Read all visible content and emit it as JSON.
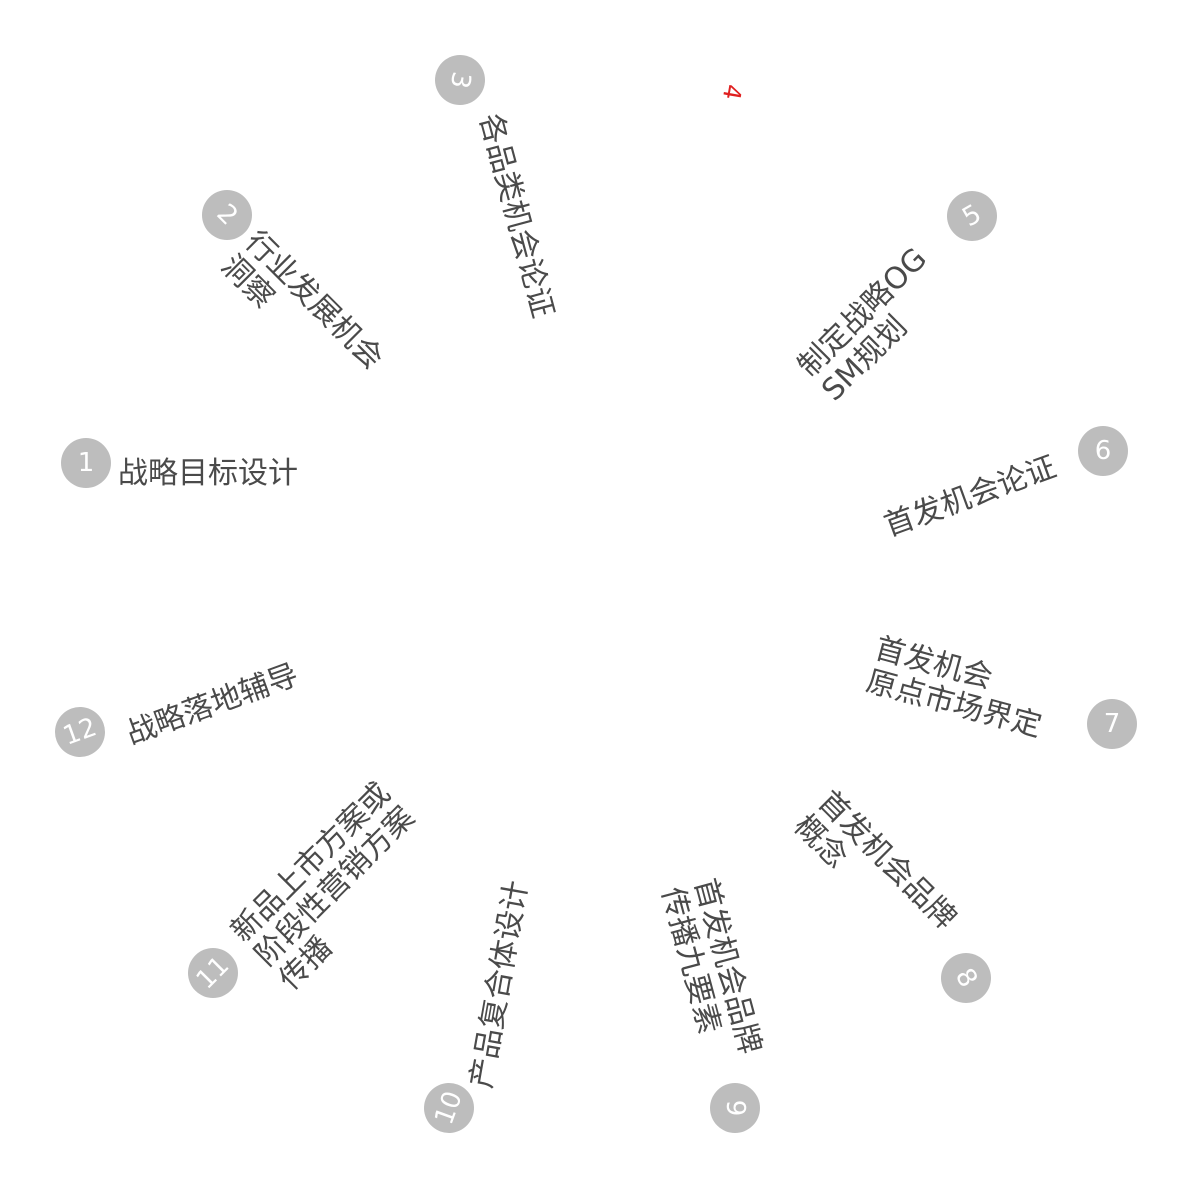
{
  "steps": [
    {
      "num": "1",
      "lines": [
        "战略目标设计"
      ]
    },
    {
      "num": "2",
      "lines": [
        "行业发展机会",
        "洞察"
      ]
    },
    {
      "num": "3",
      "lines": [
        "各品类机会论证"
      ]
    },
    {
      "num": "4",
      "lines": []
    },
    {
      "num": "5",
      "lines": [
        "制定战略OG",
        "SM规划"
      ]
    },
    {
      "num": "6",
      "lines": [
        "首发机会论证"
      ]
    },
    {
      "num": "7",
      "lines": [
        "首发机会",
        "原点市场界定"
      ]
    },
    {
      "num": "8",
      "lines": [
        "首发机会品牌",
        "概念"
      ]
    },
    {
      "num": "9",
      "lines": [
        "首发机会品牌",
        "传播九要素"
      ]
    },
    {
      "num": "10",
      "lines": [
        "产品复合体设计"
      ]
    },
    {
      "num": "11",
      "lines": [
        "新品上市方案或",
        "阶段性营销方案",
        "传播"
      ]
    },
    {
      "num": "12",
      "lines": [
        "战略落地辅导"
      ]
    }
  ],
  "colors": {
    "badge": "#bdbdbd",
    "badge_text": "#ffffff",
    "label_text": "#4a4a4a",
    "highlight": "#e02020"
  },
  "highlight_step": "4"
}
